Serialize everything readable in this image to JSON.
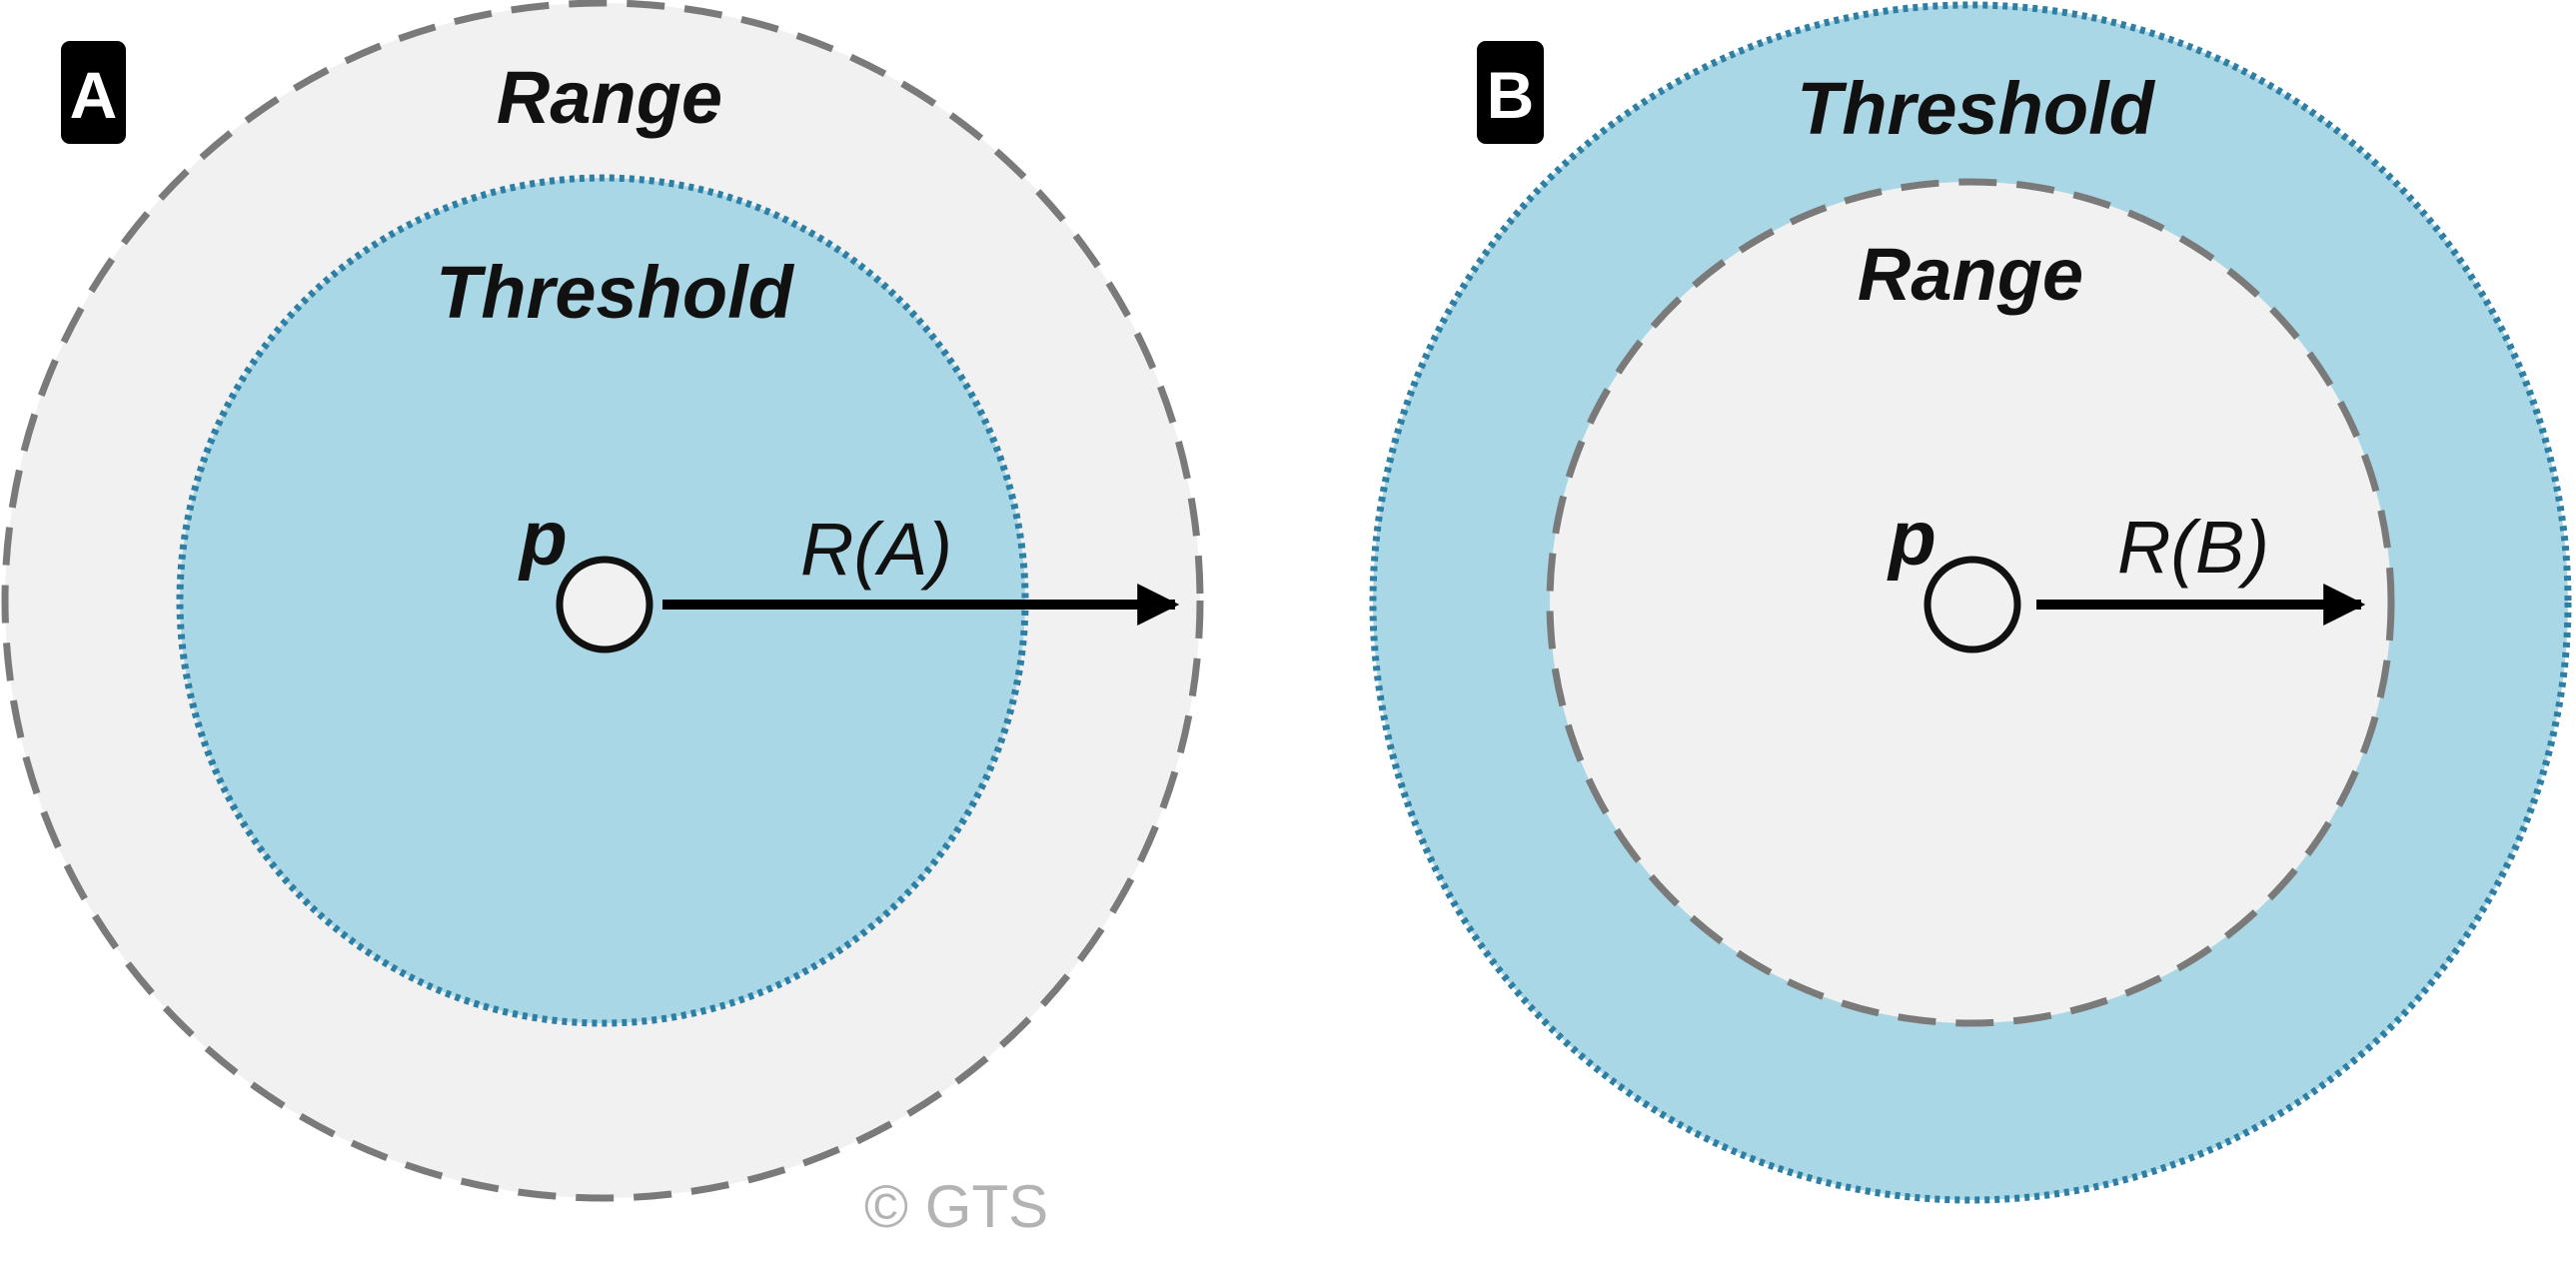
{
  "colors": {
    "range_fill": "#f1f1f1",
    "range_stroke": "#7a7a7a",
    "threshold_fill": "#aad7e6",
    "threshold_stroke": "#2e7fa3",
    "badge_fill": "#000000",
    "ink": "#111111",
    "copyright": "#b3b3b3"
  },
  "panel_a": {
    "badge": "A",
    "outer_label": "Range",
    "inner_label": "Threshold",
    "point_label": "p",
    "radius_label": "R(A)"
  },
  "panel_b": {
    "badge": "B",
    "outer_label": "Threshold",
    "inner_label": "Range",
    "point_label": "p",
    "radius_label": "R(B)"
  },
  "copyright": "© GTS"
}
